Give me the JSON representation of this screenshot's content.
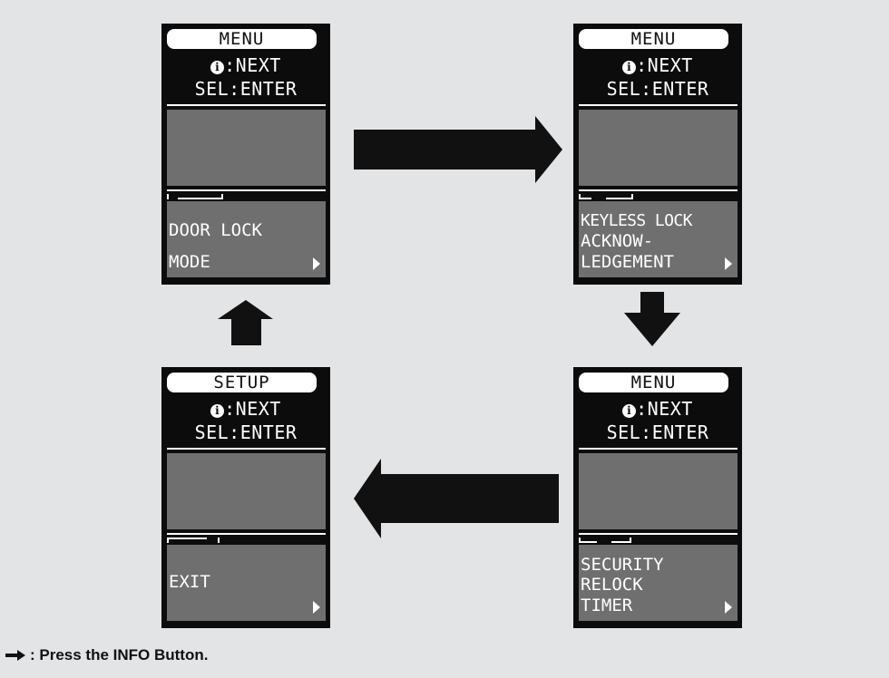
{
  "info_symbol": "i",
  "screens": [
    {
      "title": "MENU",
      "line1_suffix": ":NEXT",
      "line2": "SEL:ENTER",
      "item_lines": [
        "DOOR LOCK",
        "MODE"
      ]
    },
    {
      "title": "MENU",
      "line1_suffix": ":NEXT",
      "line2": "SEL:ENTER",
      "item_lines": [
        "KEYLESS LOCK",
        "ACKNOW-",
        "LEDGEMENT"
      ]
    },
    {
      "title": "MENU",
      "line1_suffix": ":NEXT",
      "line2": "SEL:ENTER",
      "item_lines": [
        "SECURITY",
        "RELOCK",
        "TIMER"
      ]
    },
    {
      "title": "SETUP",
      "line1_suffix": ":NEXT",
      "line2": "SEL:ENTER",
      "item_lines": [
        "EXIT"
      ]
    }
  ],
  "legend": {
    "text": ": Press the INFO Button."
  },
  "colors": {
    "background": "#e3e4e6",
    "screen": "#0c0c0c",
    "panel": "#6f6f6f",
    "arrow": "#111111"
  }
}
